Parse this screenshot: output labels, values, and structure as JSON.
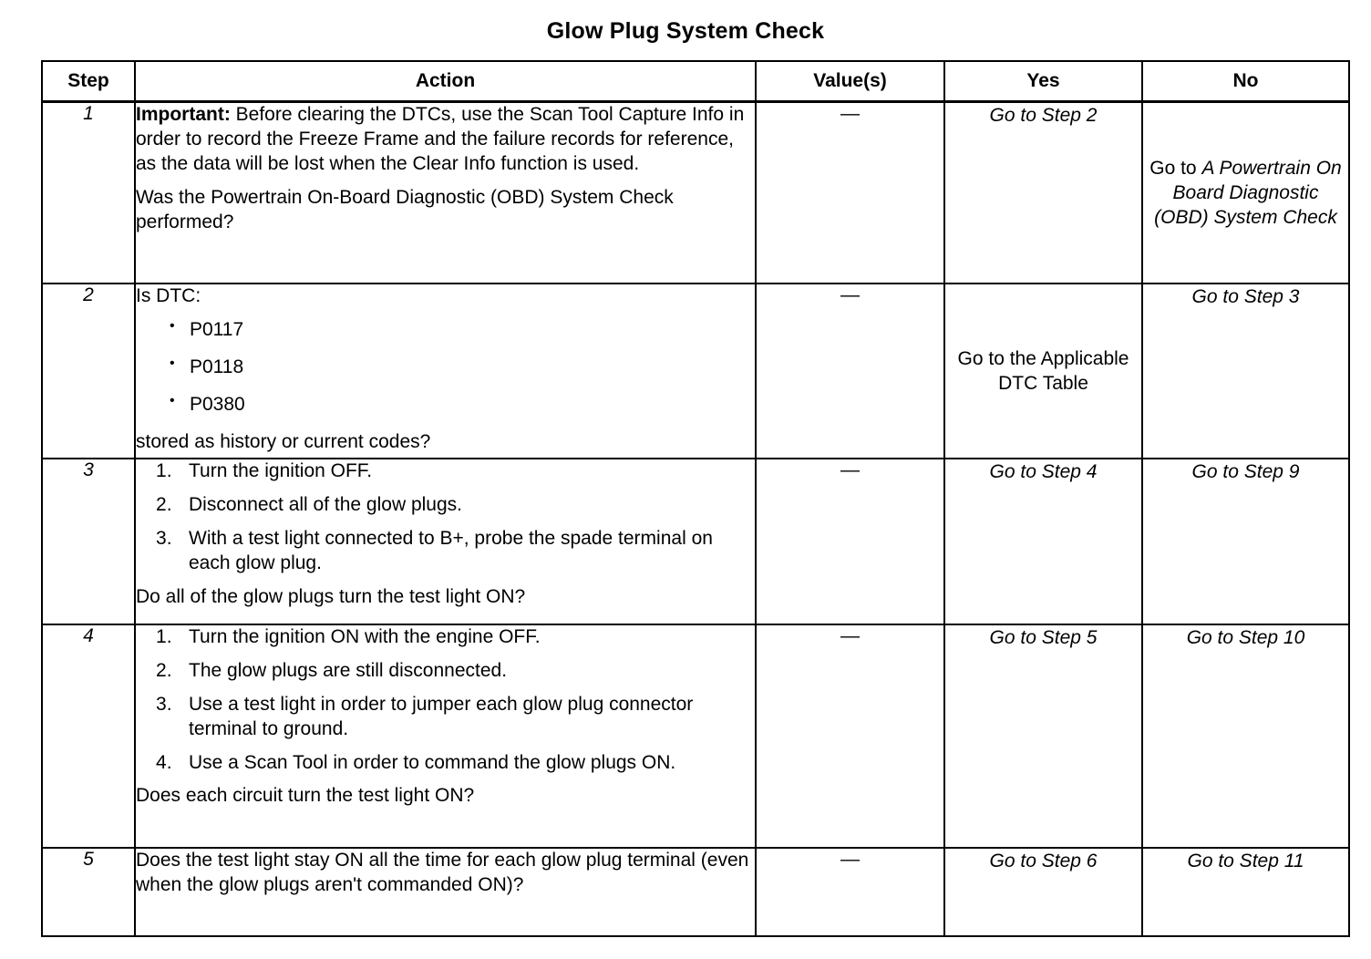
{
  "document": {
    "title": "Glow Plug System Check"
  },
  "table": {
    "headers": {
      "step": "Step",
      "action": "Action",
      "values": "Value(s)",
      "yes": "Yes",
      "no": "No"
    },
    "dash": "—",
    "rows": [
      {
        "step": "1",
        "action": {
          "lead_bold": "Important:",
          "lead_text": " Before clearing the DTCs, use the Scan Tool Capture Info in order to record the Freeze Frame and the failure records for reference, as the data will be lost when the Clear Info function is used.",
          "question": "Was the Powertrain On-Board Diagnostic (OBD) System Check performed?"
        },
        "value": "—",
        "yes": "Go to Step 2",
        "no_lead": "Go to ",
        "no_italic": "A Powertrain On Board Diagnostic (OBD) System Check"
      },
      {
        "step": "2",
        "action": {
          "intro": "Is DTC:",
          "bullets": [
            "P0117",
            "P0118",
            "P0380"
          ],
          "question": "stored as history or current codes?"
        },
        "value": "—",
        "yes": "Go to the Applicable DTC Table",
        "no": "Go to Step 3"
      },
      {
        "step": "3",
        "action": {
          "items": [
            "Turn the ignition OFF.",
            "Disconnect all of the glow plugs.",
            "With a test light connected to B+, probe the spade terminal on each glow plug."
          ],
          "question": "Do all of the glow plugs turn the test light ON?"
        },
        "value": "—",
        "yes": "Go to Step 4",
        "no": "Go to Step 9"
      },
      {
        "step": "4",
        "action": {
          "items": [
            "Turn the ignition ON with the engine OFF.",
            "The glow plugs are still disconnected.",
            "Use a test light in order to jumper each glow plug connector terminal to ground.",
            "Use a Scan Tool in order to command the glow plugs ON."
          ],
          "question": "Does each circuit turn the test light ON?"
        },
        "value": "—",
        "yes": "Go to Step 5",
        "no": "Go to Step 10"
      },
      {
        "step": "5",
        "action": {
          "question": "Does the test light stay ON all the time for each glow plug terminal (even when the glow plugs aren't commanded ON)?"
        },
        "value": "—",
        "yes": "Go to Step 6",
        "no": "Go to Step 11"
      }
    ]
  }
}
